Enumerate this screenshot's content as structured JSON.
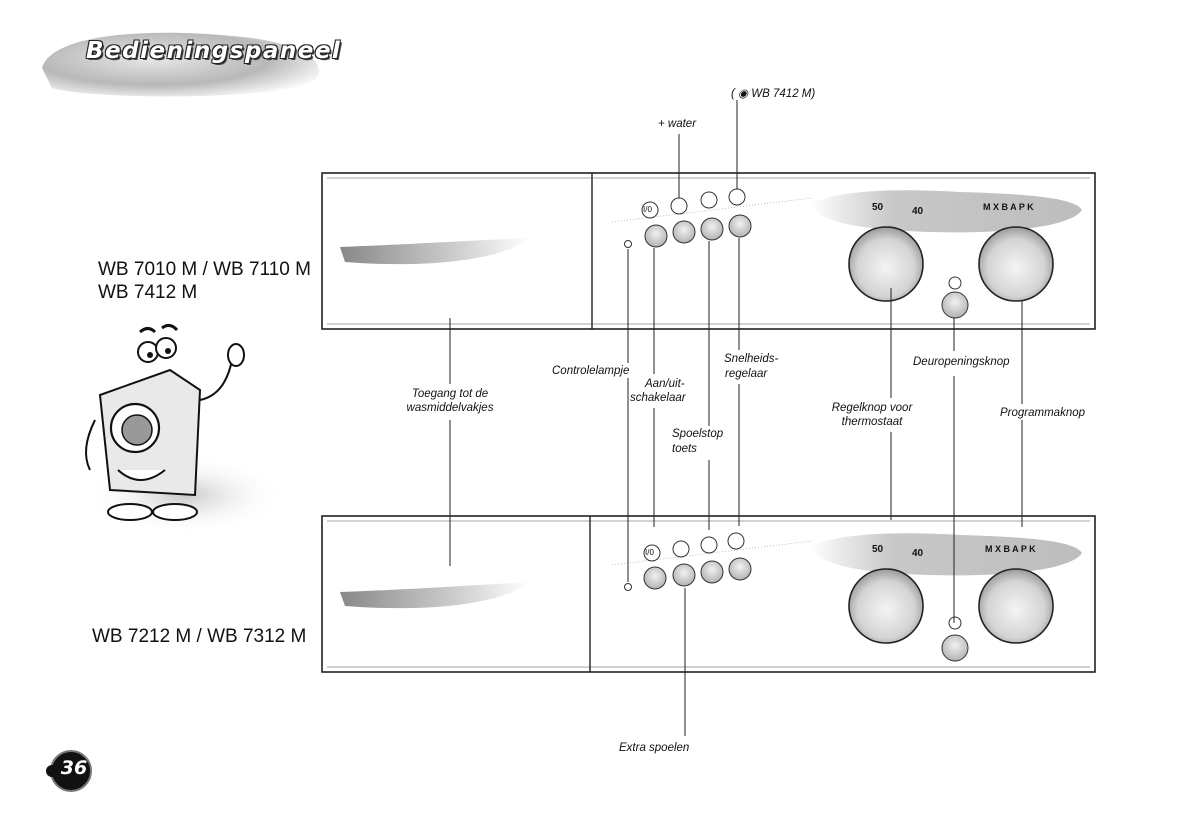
{
  "page": {
    "title": "Bedieningspaneel",
    "page_number": "36"
  },
  "models": {
    "top_line1": "WB 7010 M / WB 7110 M",
    "top_line2": "WB 7412 M",
    "bottom": "WB 7212 M / WB 7312 M"
  },
  "labels": {
    "wb7412_note": "WB 7412 M)",
    "plus_water": "+ water",
    "controlelampje": "Controlelampje",
    "aan_uit_1": "Aan/uit-",
    "aan_uit_2": "schakelaar",
    "snelheids_1": "Snelheids-",
    "snelheids_2": "regelaar",
    "toegang_1": "Toegang tot de",
    "toegang_2": "wasmiddelvakjes",
    "spoelstop_1": "Spoelstop",
    "spoelstop_2": "toets",
    "deuropening": "Deuropeningsknop",
    "regelknop_1": "Regelknop voor",
    "regelknop_2": "thermostaat",
    "programmaknop": "Programmaknop",
    "extra_spoelen": "Extra spoelen"
  },
  "panel_markings": {
    "onoff_symbol": "I/0",
    "temp_50": "50",
    "temp_40": "40",
    "program_letters": "M X B A P K",
    "paren_open": "("
  }
}
